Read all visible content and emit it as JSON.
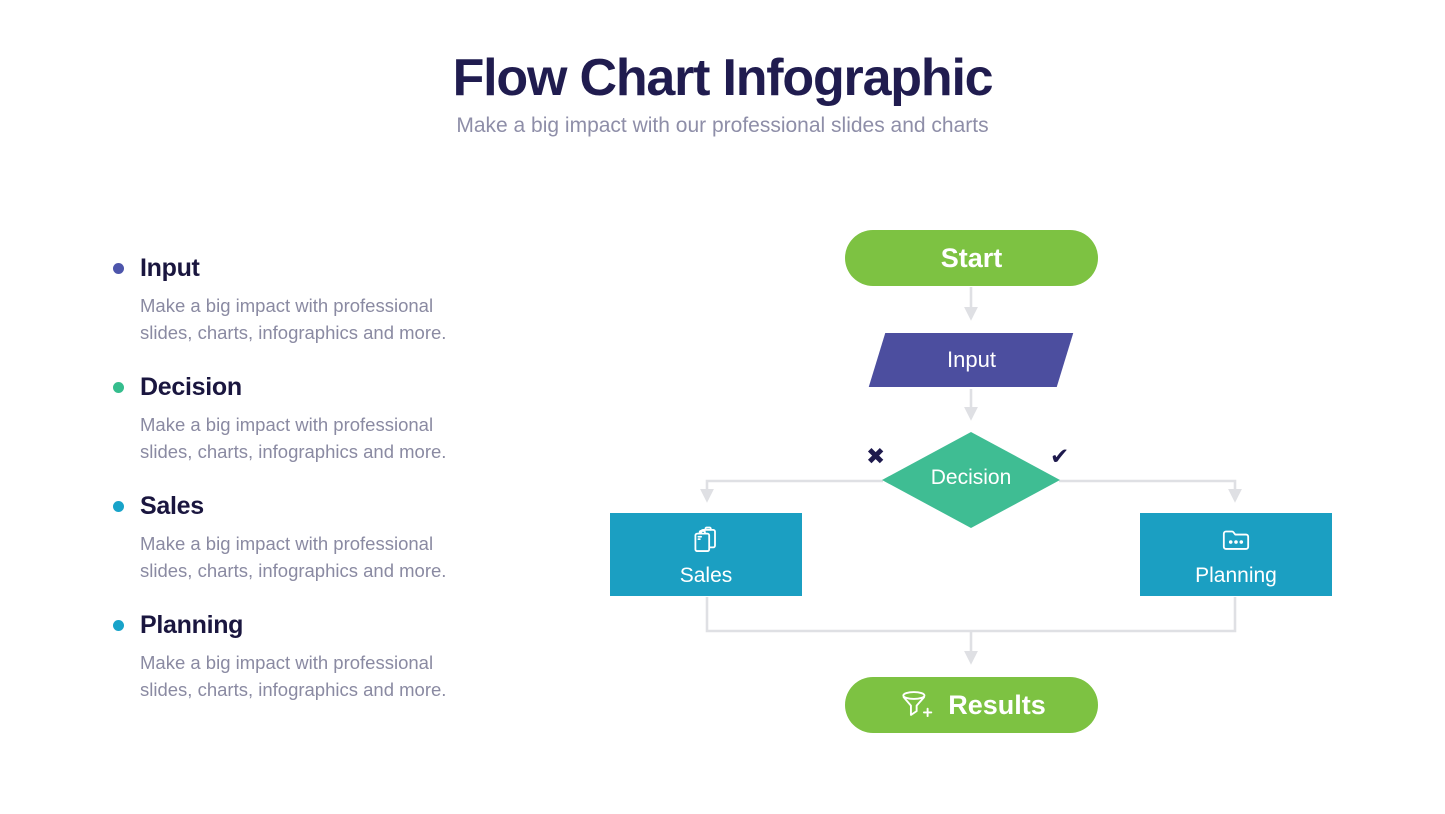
{
  "header": {
    "title": "Flow Chart Infographic",
    "subtitle": "Make a big impact with our professional slides and charts"
  },
  "features": {
    "items": [
      {
        "title": "Input",
        "description": "Make a big impact with professional slides, charts, infographics and more.",
        "bullet_color": "#4d55ab"
      },
      {
        "title": "Decision",
        "description": "Make a big impact with professional slides, charts, infographics and more.",
        "bullet_color": "#35bd8d"
      },
      {
        "title": "Sales",
        "description": "Make a big impact with professional slides, charts, infographics and more.",
        "bullet_color": "#18a3c9"
      },
      {
        "title": "Planning",
        "description": "Make a big impact with professional slides, charts, infographics and more.",
        "bullet_color": "#18a3c9"
      }
    ]
  },
  "flowchart": {
    "start": {
      "label": "Start",
      "shape": "rounded-pill",
      "color": "#7dc242"
    },
    "input": {
      "label": "Input",
      "shape": "parallelogram",
      "color": "#4c4e9f"
    },
    "decision": {
      "label": "Decision",
      "shape": "diamond",
      "color": "#3fbd93",
      "no_glyph": "✖",
      "yes_glyph": "✔",
      "mark_color": "#1e1a4d"
    },
    "sales": {
      "label": "Sales",
      "shape": "rectangle",
      "color": "#1b9fc2",
      "icon": "luggage-icon"
    },
    "planning": {
      "label": "Planning",
      "shape": "rectangle",
      "color": "#1b9fc2",
      "icon": "folder-icon"
    },
    "results": {
      "label": "Results",
      "shape": "rounded-pill",
      "color": "#7dc242",
      "icon": "funnel-plus-icon"
    },
    "connector_color": "#dfe0e4"
  }
}
